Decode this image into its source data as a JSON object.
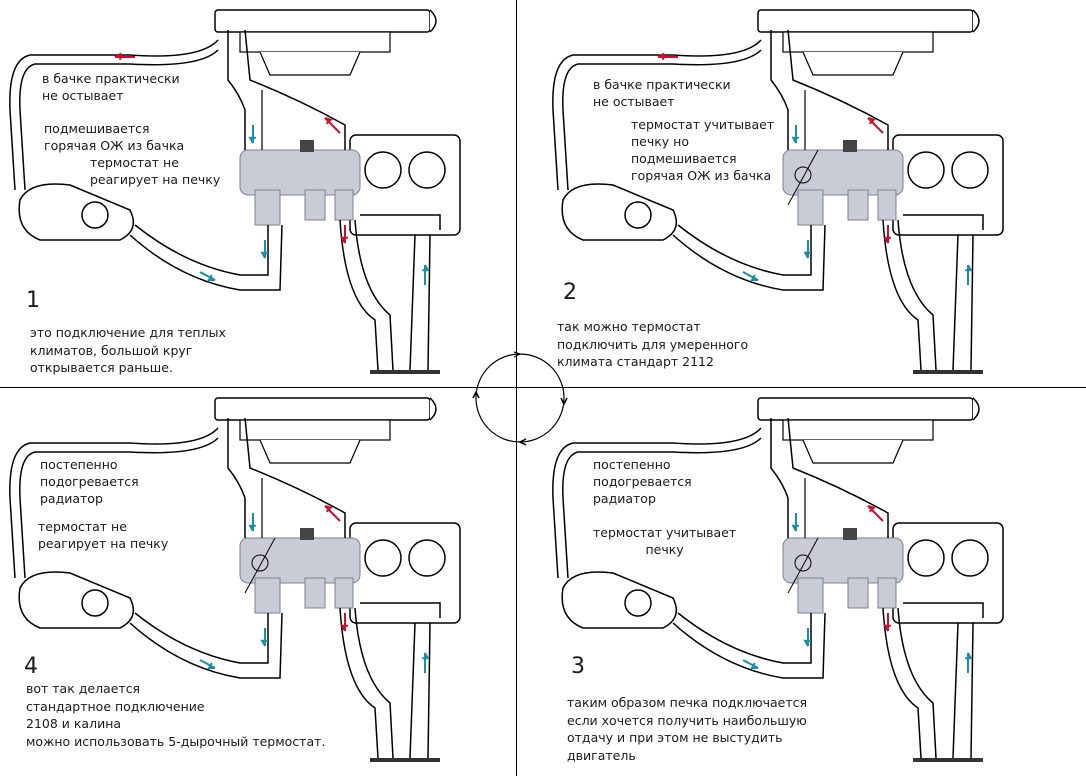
{
  "colors": {
    "hot_arrow": "#c8102e",
    "cold_arrow": "#1a8fa6",
    "line": "#000000",
    "metal": "#c9ccd6"
  },
  "panels": [
    {
      "id": "panel-1",
      "number": "1",
      "notes": [
        "в бачке практически",
        "не остывает"
      ],
      "notes2": [
        "подмешивается",
        "горячая ОЖ из бачка"
      ],
      "notes3": [
        "термостат не",
        "реагирует на печку"
      ],
      "description": [
        "это подключение для теплых",
        "климатов, большой круг",
        "открывается раньше."
      ]
    },
    {
      "id": "panel-2",
      "number": "2",
      "notes": [
        "в бачке практически",
        "не остывает"
      ],
      "notes2": [
        "термостат учитывает",
        "печку но",
        "подмешивается",
        "горячая ОЖ из бачка"
      ],
      "description": [
        "так можно термостат",
        "подключить для умеренного",
        "климата стандарт 2112"
      ]
    },
    {
      "id": "panel-4",
      "number": "4",
      "notes": [
        "постепенно",
        "подогревается",
        "радиатор"
      ],
      "notes2": [
        "термостат не",
        "реагирует на печку"
      ],
      "description": [
        "вот так делается",
        "стандартное подключение",
        "2108 и калина",
        "можно использовать 5-дырочный термостат."
      ]
    },
    {
      "id": "panel-3",
      "number": "3",
      "notes": [
        "постепенно",
        "подогревается",
        "радиатор"
      ],
      "notes2": [
        "термостат учитывает",
        "печку"
      ],
      "description": [
        "таким образом печка подключается",
        "если хочется получить наибольшую",
        "отдачу и при этом не выстудить",
        "двигатель"
      ]
    }
  ],
  "cycle": {
    "icon": "cycle-arrows-icon",
    "direction": "clockwise"
  }
}
